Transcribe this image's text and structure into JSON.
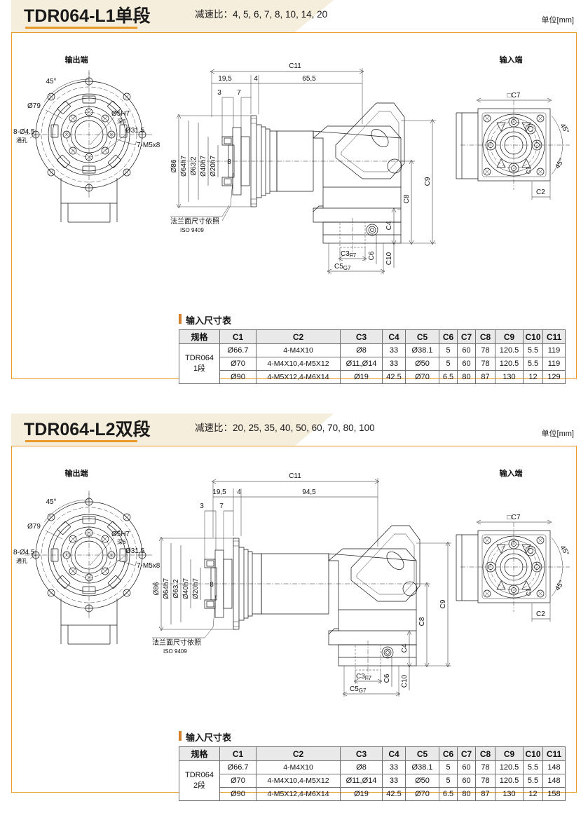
{
  "sections": [
    {
      "id": "l1",
      "title": "TDR064-L1单段",
      "ratio_label": "减速比：",
      "ratio_values": "4, 5, 6, 7, 8, 10, 14, 20",
      "unit_label": "单位[mm]",
      "drawing": {
        "output_view_title": "输出端",
        "input_view_title": "输入端",
        "flange_note_line1": "法兰面尺寸依照",
        "flange_note_line2": "ISO 9409",
        "labels": {
          "angle_45": "45°",
          "d79": "Ø79",
          "holes_8": "8-Ø4.5",
          "holes_8_note": "通孔",
          "d5h7": "Ø5H7",
          "d5h7_depth": "深6",
          "d31_5": "Ø31.5",
          "m5x8": "7-M5x8",
          "d86": "Ø86",
          "d64h7": "Ø64h7",
          "d63_2": "Ø63.2",
          "d40h7": "Ø40h7",
          "d20h7": "Ø20h7",
          "len_19_5": "19,5",
          "len_4": "4",
          "len_body": "65,5",
          "len_3": "3",
          "len_7": "7",
          "len_8": "8",
          "c11": "C11",
          "c9": "C9",
          "c8": "C8",
          "c4": "C4",
          "c6": "C6",
          "c10": "C10",
          "c3f7": "C3",
          "c3f7_sub": "F7",
          "c5g7": "C5",
          "c5g7_sub": "G7",
          "c7_sq": "□C7",
          "c2": "C2",
          "c1": "C1"
        }
      },
      "table": {
        "caption": "输入尺寸表",
        "spec_label_line1": "TDR064",
        "spec_label_line2": "1段",
        "headers": [
          "规格",
          "C1",
          "C2",
          "C3",
          "C4",
          "C5",
          "C6",
          "C7",
          "C8",
          "C9",
          "C10",
          "C11"
        ],
        "rows": [
          [
            "Ø66.7",
            "4-M4X10",
            "Ø8",
            "33",
            "Ø38.1",
            "5",
            "60",
            "78",
            "120.5",
            "5.5",
            "119"
          ],
          [
            "Ø70",
            "4-M4X10,4-M5X12",
            "Ø11,Ø14",
            "33",
            "Ø50",
            "5",
            "60",
            "78",
            "120.5",
            "5.5",
            "119"
          ],
          [
            "Ø90",
            "4-M5X12,4-M6X14",
            "Ø19",
            "42.5",
            "Ø70",
            "6.5",
            "80",
            "87",
            "130",
            "12",
            "129"
          ]
        ]
      }
    },
    {
      "id": "l2",
      "title": "TDR064-L2双段",
      "ratio_label": "减速比：",
      "ratio_values": "20, 25, 35, 40, 50, 60, 70, 80, 100",
      "unit_label": "单位[mm]",
      "drawing": {
        "output_view_title": "输出端",
        "input_view_title": "输入端",
        "flange_note_line1": "法兰面尺寸依照",
        "flange_note_line2": "ISO 9409",
        "labels": {
          "angle_45": "45°",
          "d79": "Ø79",
          "holes_8": "8-Ø4.5",
          "holes_8_note": "通孔",
          "d5h7": "Ø5H7",
          "d5h7_depth": "深6",
          "d31_5": "Ø31.5",
          "m5x8": "7-M5x8",
          "d86": "Ø86",
          "d64h7": "Ø64h7",
          "d63_2": "Ø63.2",
          "d40h7": "Ø40h7",
          "d20h7": "Ø20h7",
          "len_19_5": "19,5",
          "len_4": "4",
          "len_body": "94,5",
          "len_3": "3",
          "len_7": "7",
          "len_8": "8",
          "c11": "C11",
          "c9": "C9",
          "c8": "C8",
          "c4": "C4",
          "c6": "C6",
          "c10": "C10",
          "c3f7": "C3",
          "c3f7_sub": "F7",
          "c5g7": "C5",
          "c5g7_sub": "G7",
          "c7_sq": "□C7",
          "c2": "C2",
          "c1": "C1"
        }
      },
      "table": {
        "caption": "输入尺寸表",
        "spec_label_line1": "TDR064",
        "spec_label_line2": "2段",
        "headers": [
          "规格",
          "C1",
          "C2",
          "C3",
          "C4",
          "C5",
          "C6",
          "C7",
          "C8",
          "C9",
          "C10",
          "C11"
        ],
        "rows": [
          [
            "Ø66.7",
            "4-M4X10",
            "Ø8",
            "33",
            "Ø38.1",
            "5",
            "60",
            "78",
            "120.5",
            "5.5",
            "148"
          ],
          [
            "Ø70",
            "4-M4X10,4-M5X12",
            "Ø11,Ø14",
            "33",
            "Ø50",
            "5",
            "60",
            "78",
            "120.5",
            "5.5",
            "148"
          ],
          [
            "Ø90",
            "4-M5X12,4-M6X14",
            "Ø19",
            "42.5",
            "Ø70",
            "6.5",
            "80",
            "87",
            "130",
            "12",
            "158"
          ]
        ]
      }
    }
  ],
  "colors": {
    "accent_orange": "#e8992a",
    "banner_bg": "#f6eedd",
    "table_header_bg": "#e9e9e9",
    "line": "#111111"
  }
}
